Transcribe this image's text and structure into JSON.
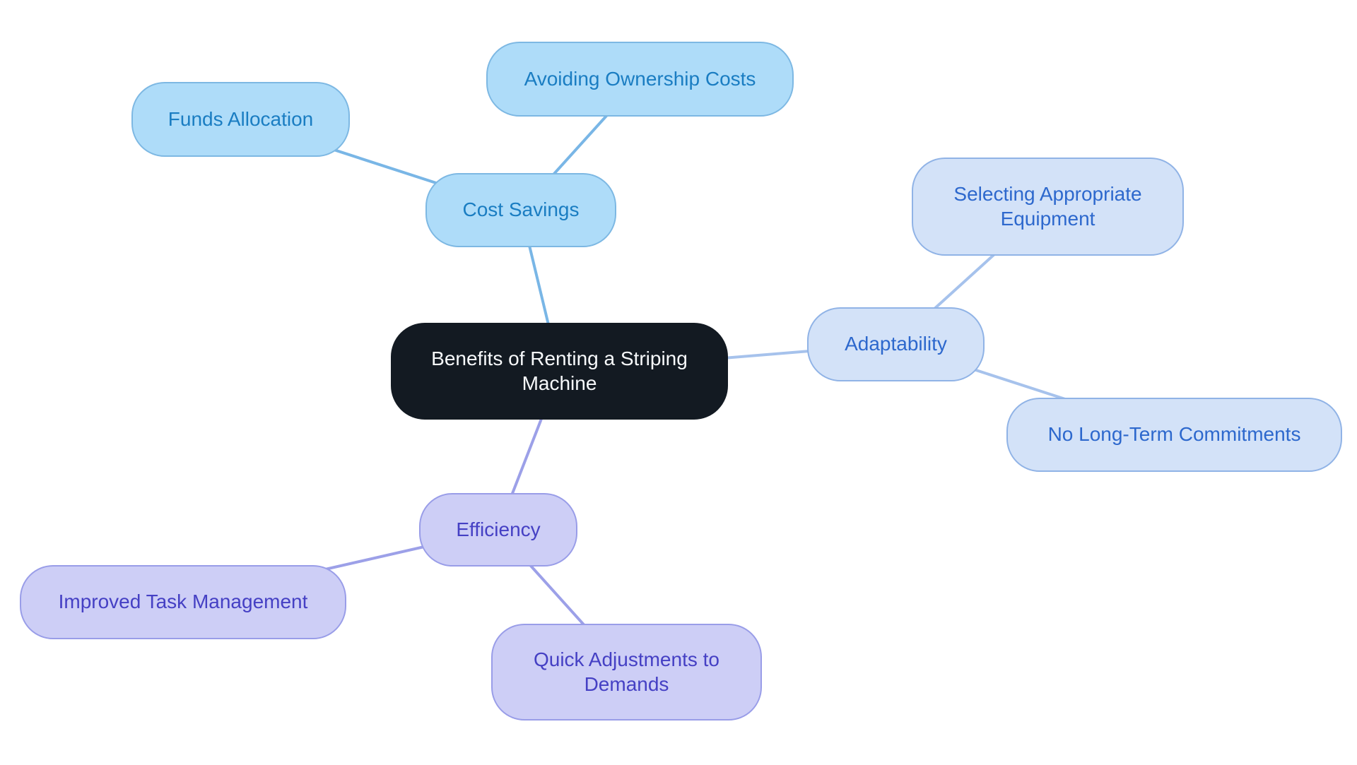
{
  "diagram": {
    "type": "mindmap",
    "background": "#FFFFFF",
    "root": {
      "label": "Benefits of Renting a Striping Machine",
      "fill": "#131A22",
      "text_color": "#F7F9FB"
    },
    "branches": [
      {
        "label": "Cost Savings",
        "fill": "#AEDCF9",
        "border_color": "#7DB8E3",
        "text_color": "#1A7DC2",
        "edge_color": "#79B6E6",
        "children": [
          {
            "label": "Funds Allocation"
          },
          {
            "label": "Avoiding Ownership Costs"
          }
        ]
      },
      {
        "label": "Adaptability",
        "fill": "#D3E2F8",
        "border_color": "#90B3E6",
        "text_color": "#2D68CD",
        "edge_color": "#A6C2EC",
        "children": [
          {
            "label": "Selecting Appropriate Equipment"
          },
          {
            "label": "No Long-Term Commitments"
          }
        ]
      },
      {
        "label": "Efficiency",
        "fill": "#CDCEF6",
        "border_color": "#999DE8",
        "text_color": "#4540C4",
        "edge_color": "#9CA0E8",
        "children": [
          {
            "label": "Improved Task Management"
          },
          {
            "label": "Quick Adjustments to Demands"
          }
        ]
      }
    ]
  }
}
